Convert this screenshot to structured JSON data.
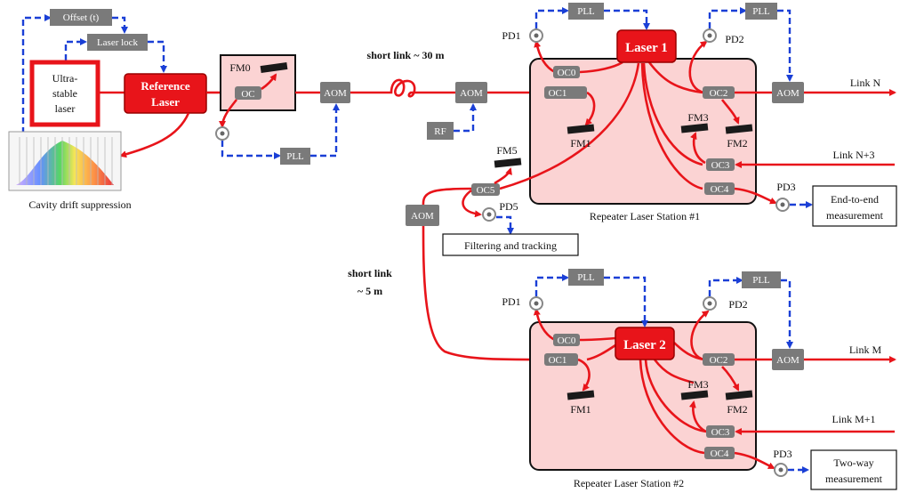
{
  "colors": {
    "fiber": "#e8141a",
    "electrical": "#1a3fd6",
    "box": "#7a7a7a",
    "station": "#fbd3d3",
    "laser": "#e8141a"
  },
  "blocks": {
    "offset": "Offset (t)",
    "laser_lock": "Laser lock",
    "ultrastable": [
      "Ultra-",
      "stable",
      "laser"
    ],
    "reference_laser": [
      "Reference",
      "Laser"
    ],
    "cavity_caption": "Cavity drift suppression",
    "fm0": "FM0",
    "oc": "OC",
    "aom": "AOM",
    "pll": "PLL",
    "rf": "RF"
  },
  "links": {
    "short_link_30": "short link ~ 30 m",
    "short_link_5": [
      "short link",
      "~ 5 m"
    ]
  },
  "station1": {
    "laser": "Laser 1",
    "caption": "Repeater  Laser Station #1",
    "pd1": "PD1",
    "pd2": "PD2",
    "pd3": "PD3",
    "pd5": "PD5",
    "oc0": "OC0",
    "oc1": "OC1",
    "oc2": "OC2",
    "oc3": "OC3",
    "oc4": "OC4",
    "oc5": "OC5",
    "fm1": "FM1",
    "fm2": "FM2",
    "fm3": "FM3",
    "fm5": "FM5",
    "link_n": "Link N",
    "link_n3": "Link N+3",
    "end_to_end": [
      "End-to-end",
      "measurement"
    ],
    "filtering": "Filtering and tracking"
  },
  "station2": {
    "laser": "Laser 2",
    "caption": "Repeater  Laser Station #2",
    "pd1": "PD1",
    "pd2": "PD2",
    "pd3": "PD3",
    "oc0": "OC0",
    "oc1": "OC1",
    "oc2": "OC2",
    "oc3": "OC3",
    "oc4": "OC4",
    "fm1": "FM1",
    "fm2": "FM2",
    "fm3": "FM3",
    "link_m": "Link M",
    "link_m1": "Link M+1",
    "two_way": [
      "Two-way",
      "measurement"
    ]
  }
}
